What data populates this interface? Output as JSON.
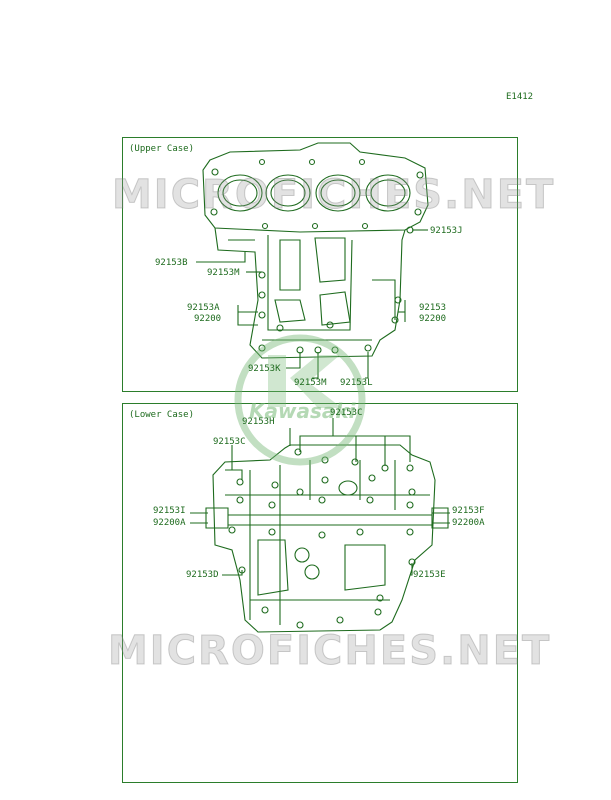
{
  "page_code": "E1412",
  "watermark": "MICROFICHES.NET",
  "logo": "Kawasaki",
  "colors": {
    "line": "#1e6b1e",
    "background": "#ffffff"
  },
  "upper": {
    "title": "(Upper Case)",
    "labels": {
      "J": "92153J",
      "B": "92153B",
      "M1": "92153M",
      "A": "92153A",
      "A2": "92200",
      "R1": "92153",
      "R2": "92200",
      "K": "92153K",
      "M2": "92153M",
      "L": "92153L"
    }
  },
  "lower": {
    "title": "(Lower Case)",
    "labels": {
      "C1": "92153C",
      "H": "92153H",
      "C2": "92153C",
      "I": "92153I",
      "I2": "92200A",
      "F": "92153F",
      "F2": "92200A",
      "D": "92153D",
      "E": "92153E"
    }
  }
}
